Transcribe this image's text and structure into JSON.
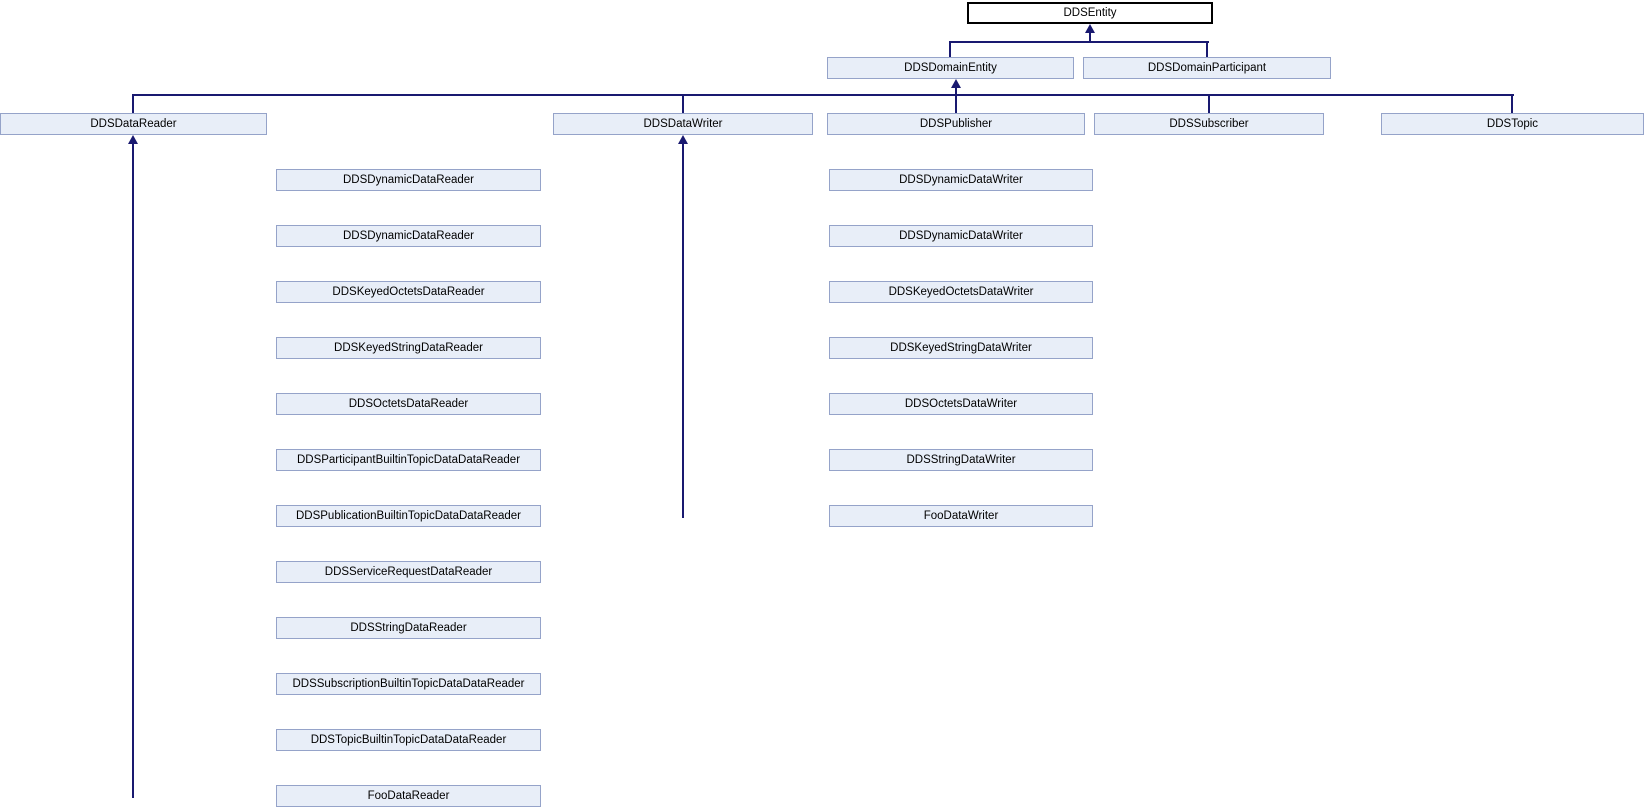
{
  "diagram": {
    "root": {
      "label": "DDSEntity"
    },
    "level2": [
      {
        "label": "DDSDomainEntity"
      },
      {
        "label": "DDSDomainParticipant"
      }
    ],
    "level3": [
      {
        "label": "DDSDataReader"
      },
      {
        "label": "DDSDataWriter"
      },
      {
        "label": "DDSPublisher"
      },
      {
        "label": "DDSSubscriber"
      },
      {
        "label": "DDSTopic"
      }
    ],
    "reader_children": [
      {
        "label": "DDSDynamicDataReader"
      },
      {
        "label": "DDSDynamicDataReader"
      },
      {
        "label": "DDSKeyedOctetsDataReader"
      },
      {
        "label": "DDSKeyedStringDataReader"
      },
      {
        "label": "DDSOctetsDataReader"
      },
      {
        "label": "DDSParticipantBuiltinTopicDataDataReader"
      },
      {
        "label": "DDSPublicationBuiltinTopicDataDataReader"
      },
      {
        "label": "DDSServiceRequestDataReader"
      },
      {
        "label": "DDSStringDataReader"
      },
      {
        "label": "DDSSubscriptionBuiltinTopicDataDataReader"
      },
      {
        "label": "DDSTopicBuiltinTopicDataDataReader"
      },
      {
        "label": "FooDataReader"
      }
    ],
    "writer_children": [
      {
        "label": "DDSDynamicDataWriter"
      },
      {
        "label": "DDSDynamicDataWriter"
      },
      {
        "label": "DDSKeyedOctetsDataWriter"
      },
      {
        "label": "DDSKeyedStringDataWriter"
      },
      {
        "label": "DDSOctetsDataWriter"
      },
      {
        "label": "DDSStringDataWriter"
      },
      {
        "label": "FooDataWriter"
      }
    ],
    "colors": {
      "node_fill": "#E8EEF8",
      "node_border": "#95A3C9",
      "edge": "#191970",
      "root_fill": "#FFFFFF",
      "root_border": "#000000",
      "text": "#000000"
    }
  }
}
